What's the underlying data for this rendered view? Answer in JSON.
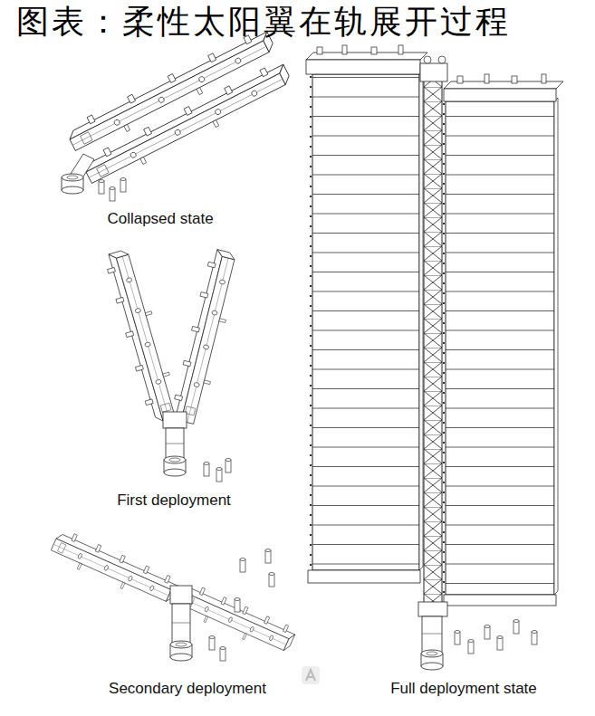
{
  "diagram": {
    "title": "图表：柔性太阳翼在轨展开过程",
    "labels": [
      "Collapsed state",
      "First deployment",
      "Secondary deployment",
      "Full deployment state"
    ]
  }
}
